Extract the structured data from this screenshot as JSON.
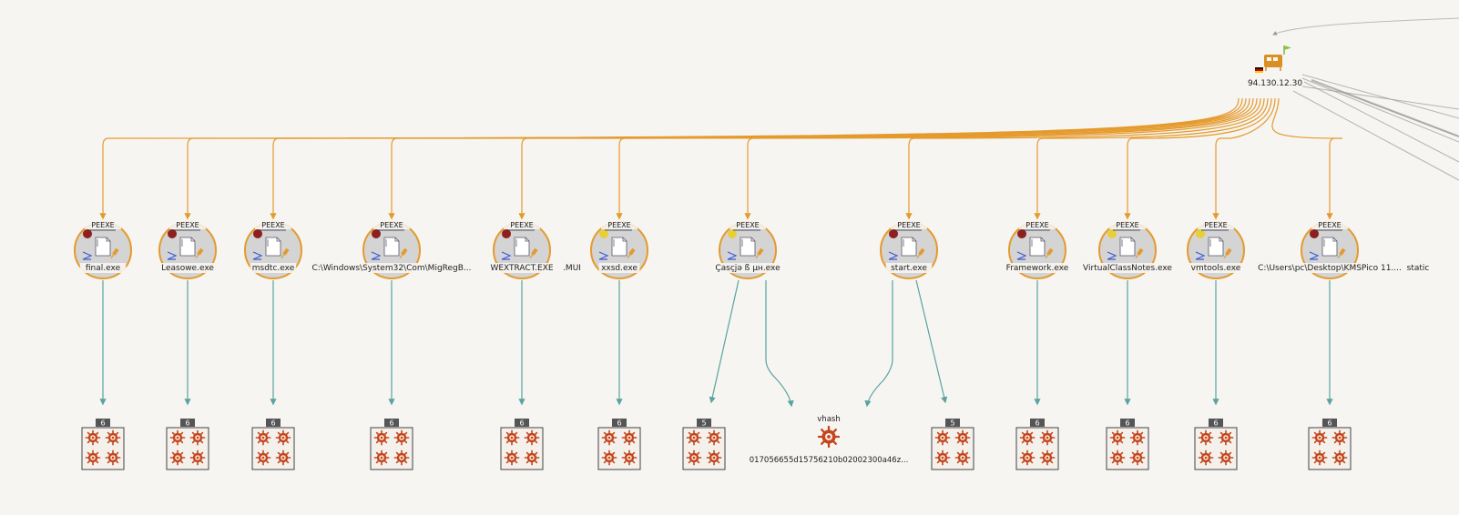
{
  "graph": {
    "ip_node": {
      "address": "94.130.12.30",
      "icon": "network-card-icon",
      "flag": "german-flag-icon",
      "marker": "green-flag-icon"
    },
    "colors": {
      "edge_ip": "#e59a2c",
      "edge_child": "#5aa3a0",
      "edge_misc": "#999999",
      "node_ring": "#e59a2c",
      "node_fill": "#d4d4d4",
      "malicious": "#8e1f1f",
      "suspicious": "#e8cf3a",
      "virus": "#c4461b"
    },
    "file_nodes": [
      {
        "type": "PEEXE",
        "name": "final.exe",
        "status": "malicious",
        "detections": "6"
      },
      {
        "type": "PEEXE",
        "name": "Leasowe.exe",
        "status": "malicious",
        "detections": "6"
      },
      {
        "type": "PEEXE",
        "name": "msdtc.exe",
        "status": "malicious",
        "detections": "6"
      },
      {
        "type": "PEEXE",
        "name": "C:\\Windows\\System32\\Com\\MigRegB...",
        "status": "malicious",
        "detections": "6"
      },
      {
        "type": "PEEXE",
        "name": "WEXTRACT.EXE",
        "status": "malicious",
        "detections": "6"
      },
      {
        "type": "PEEXE",
        "name": "xxsd.exe",
        "status": "suspicious",
        "detections": "6"
      },
      {
        "type": "PEEXE",
        "name": "Çasçjə ß µн.exe",
        "status": "suspicious",
        "detections": "5"
      },
      {
        "type": "PEEXE",
        "name": "start.exe",
        "status": "malicious",
        "detections": "5"
      },
      {
        "type": "PEEXE",
        "name": "Framework.exe",
        "status": "malicious",
        "detections": "6"
      },
      {
        "type": "PEEXE",
        "name": "VirtualClassNotes.exe",
        "status": "suspicious",
        "detections": "6"
      },
      {
        "type": "PEEXE",
        "name": "vmtools.exe",
        "status": "suspicious",
        "detections": "6"
      },
      {
        "type": "PEEXE",
        "name": "C:\\Users\\pc\\Desktop\\KMSPico 11....",
        "status": "malicious",
        "detections": "6"
      }
    ],
    "extra_labels": [
      ".MUI",
      "static"
    ],
    "vhash_node": {
      "title": "vhash",
      "value": "017056655d15756210b02002300a46z..."
    }
  }
}
